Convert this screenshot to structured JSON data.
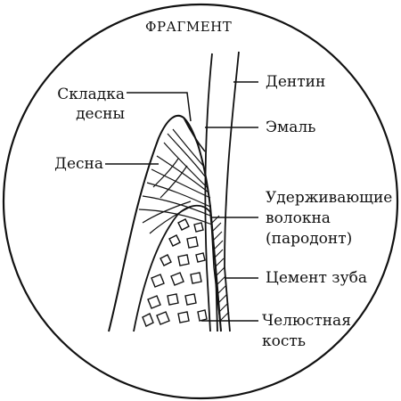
{
  "title": "ФРАГМЕНТ",
  "labels": {
    "gum_fold_1": "Складка",
    "gum_fold_2": "десны",
    "gum": "Десна",
    "dentin": "Дентин",
    "enamel": "Эмаль",
    "fibers_1": "Удерживающие",
    "fibers_2": "волокна",
    "fibers_3": "(пародонт)",
    "cement": "Цемент зуба",
    "jaw_1": "Челюстная",
    "jaw_2": "кость"
  },
  "colors": {
    "ink": "#111111",
    "background": "#ffffff"
  }
}
